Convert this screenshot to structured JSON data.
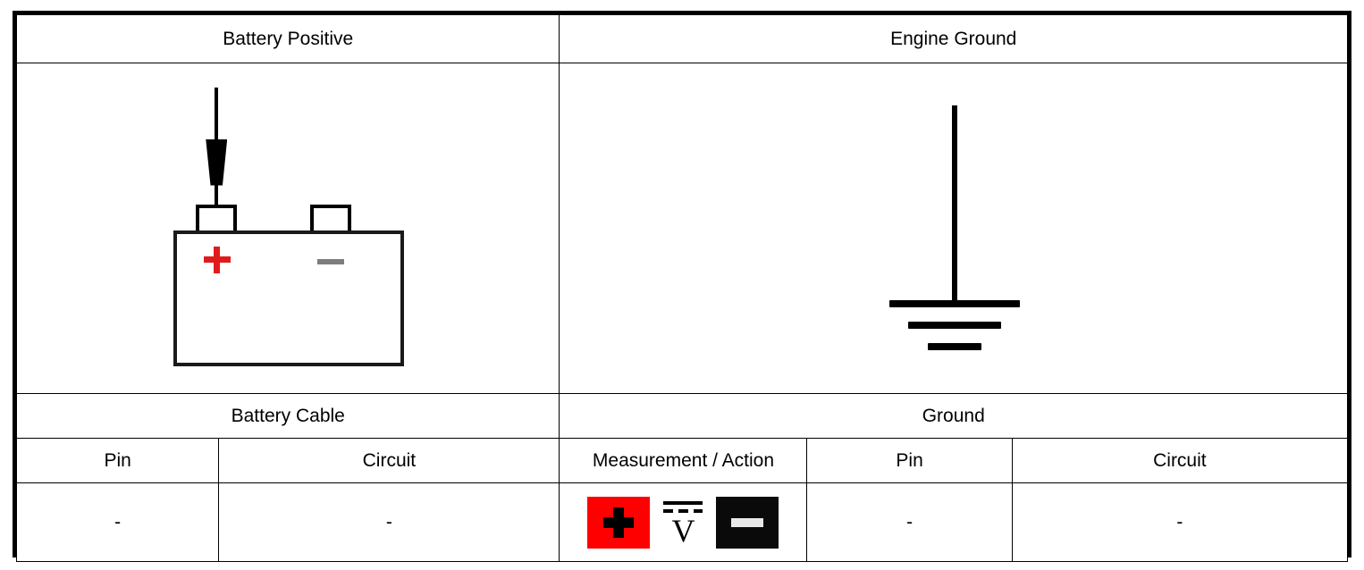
{
  "table": {
    "title_row": [
      {
        "label": "Battery Positive",
        "name": "battery-positive"
      },
      {
        "label": "Engine Ground",
        "name": "engine-ground"
      }
    ],
    "symbols": {
      "battery": {
        "name": "battery-symbol",
        "positive_marker": "+",
        "negative_marker": "-",
        "positive_color": "#e01b1b",
        "negative_color": "#7d7d7d",
        "probe": "test-probe"
      },
      "ground": {
        "name": "ground-symbol",
        "bars": 3
      }
    },
    "group_row": [
      {
        "label": "Battery Cable",
        "name": "battery-cable"
      },
      {
        "label": "Ground",
        "name": "ground"
      }
    ],
    "column_headers": [
      {
        "label": "Pin",
        "name": "pin-left"
      },
      {
        "label": "Circuit",
        "name": "circuit-left"
      },
      {
        "label": "Measurement / Action",
        "name": "measurement-action"
      },
      {
        "label": "Pin",
        "name": "pin-right"
      },
      {
        "label": "Circuit",
        "name": "circuit-right"
      }
    ],
    "data_row": {
      "pin_left": "-",
      "circuit_left": "-",
      "pin_right": "-",
      "circuit_right": "-",
      "measurement_icons": [
        {
          "name": "positive-lead-icon",
          "glyph": "+",
          "bg": "#ff0000",
          "fg": "#000000"
        },
        {
          "name": "dc-voltage-icon",
          "glyph": "V",
          "bg": "#ffffff",
          "fg": "#000000"
        },
        {
          "name": "negative-lead-icon",
          "glyph": "-",
          "bg": "#0a0a0a",
          "fg": "#e8e8e8"
        }
      ]
    }
  }
}
